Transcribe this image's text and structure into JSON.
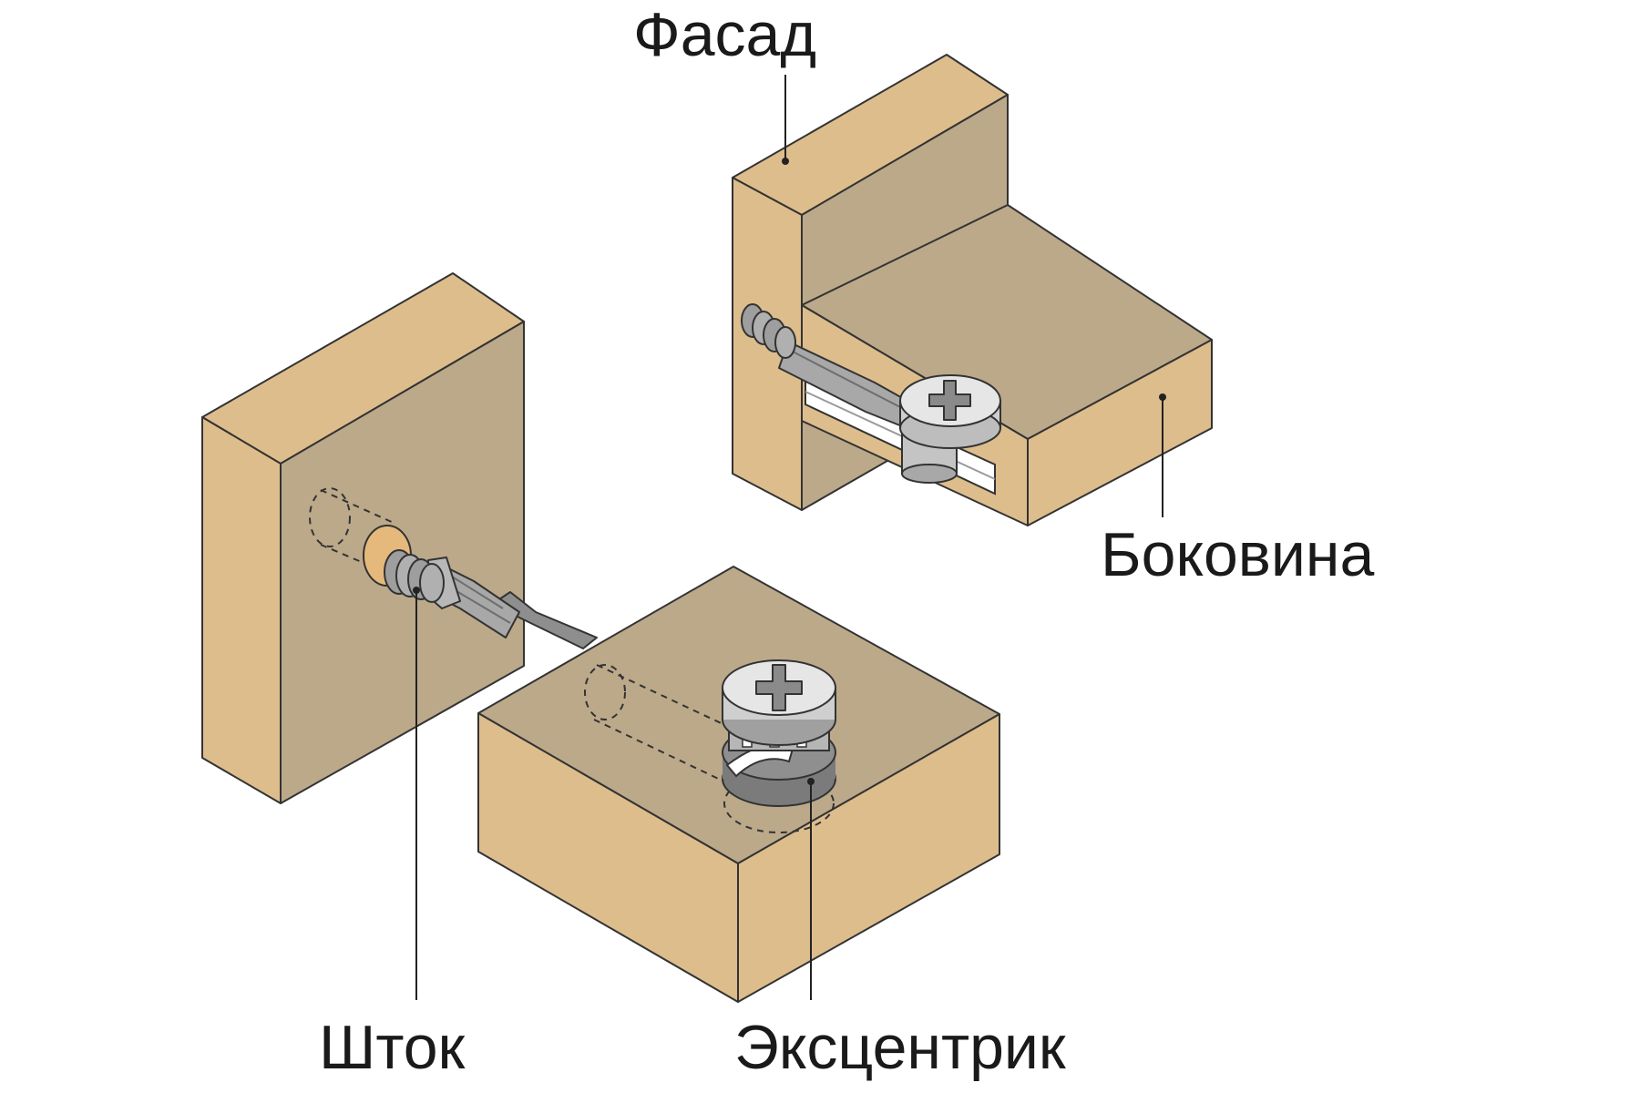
{
  "labels": {
    "facade": "Фасад",
    "side_panel": "Боковина",
    "rod": "Шток",
    "eccentric": "Эксцентрик"
  },
  "colors": {
    "wood_face": "#ddbd8c",
    "wood_top": "#bba98a",
    "metal_light": "#d9d9d9",
    "metal_mid": "#a8a8a8",
    "metal_dark": "#7b7b7b",
    "hole": "#e5b97c",
    "outline": "#333333"
  }
}
